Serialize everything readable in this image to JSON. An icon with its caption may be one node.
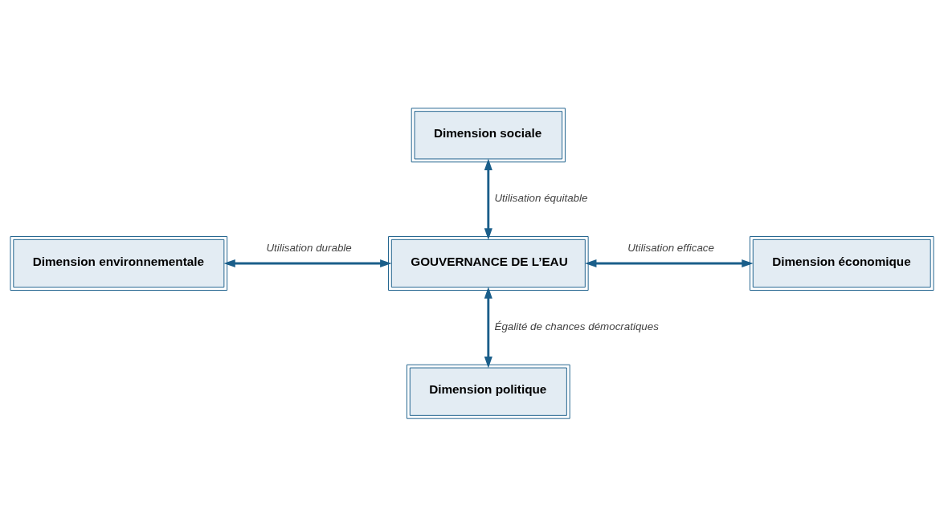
{
  "diagram": {
    "nodes": [
      {
        "text": [
          "Dimension sociale"
        ]
      },
      {
        "text": [
          "Dimension environnementale"
        ]
      },
      {
        "text": [
          "GOUVERNANCE DE L’EAU"
        ]
      },
      {
        "text": [
          "Dimension économique"
        ]
      },
      {
        "text": [
          "Dimension politique"
        ]
      }
    ],
    "edges": [
      {
        "from": 0,
        "to": 2,
        "arrow": "both",
        "label": "Utilisation équitable"
      },
      {
        "from": 1,
        "to": 2,
        "arrow": "both",
        "label": "Utilisation durable"
      },
      {
        "from": 2,
        "to": 3,
        "arrow": "both",
        "label": "Utilisation efficace"
      },
      {
        "from": 2,
        "to": 4,
        "arrow": "both",
        "label": "Égalité de chances démocratiques"
      }
    ]
  }
}
